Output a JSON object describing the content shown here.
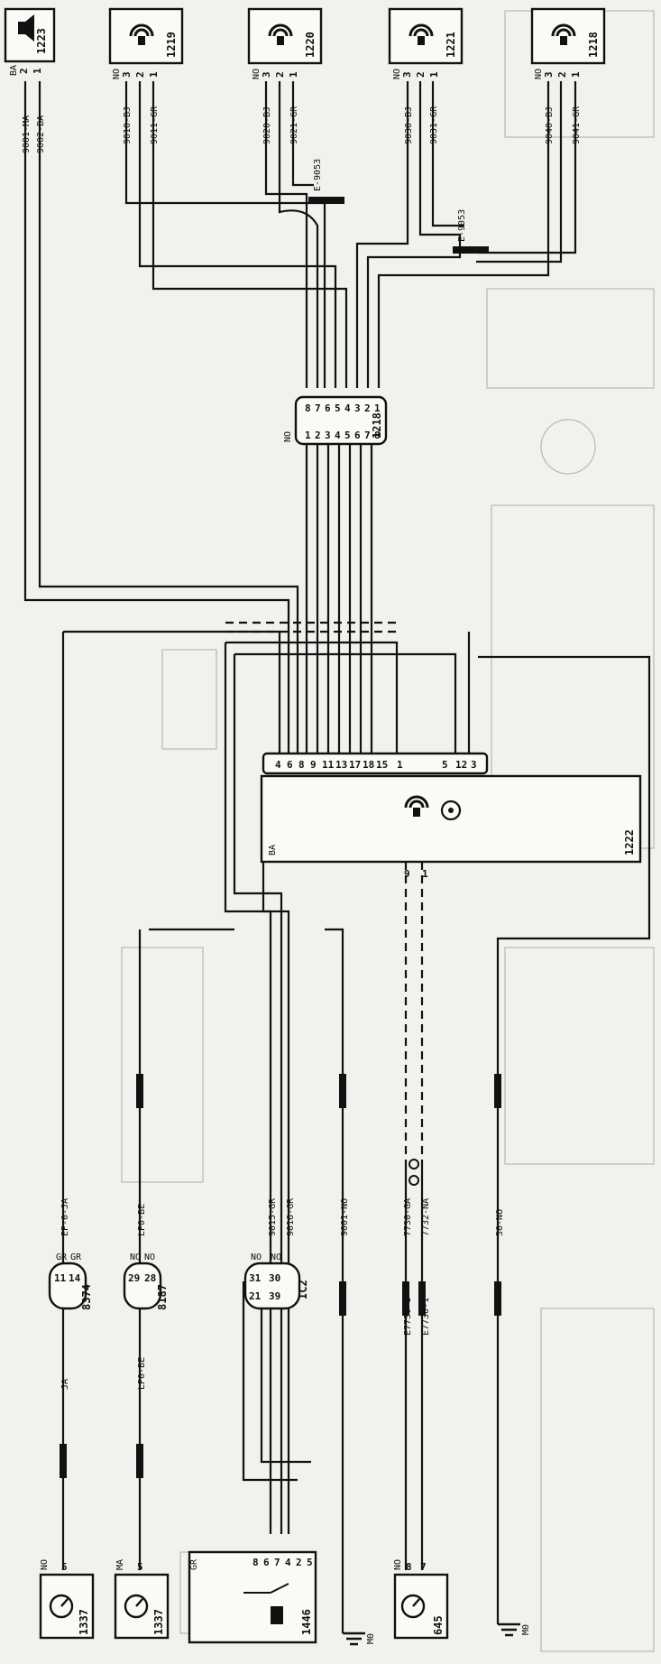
{
  "top_components": [
    {
      "id": "1223",
      "icon": "speaker-icon",
      "pins": [
        "2",
        "1"
      ]
    },
    {
      "id": "1219",
      "icon": "antenna-icon",
      "pins": [
        "3",
        "2",
        "1"
      ]
    },
    {
      "id": "1220",
      "icon": "antenna-icon",
      "pins": [
        "3",
        "2",
        "1"
      ]
    },
    {
      "id": "1221",
      "icon": "antenna-icon",
      "pins": [
        "3",
        "2",
        "1"
      ]
    },
    {
      "id": "1218",
      "icon": "antenna-icon",
      "pins": [
        "3",
        "2",
        "1"
      ]
    }
  ],
  "top_pin_labels": [
    "BA",
    "NO",
    "NO",
    "NO",
    "NO"
  ],
  "wire_codes_top": [
    "9001-MA",
    "9002-BA",
    "9010-BJ",
    "9011-GR",
    "9020-BJ",
    "9021-GR",
    "9030-BJ",
    "9031-GR",
    "9040-BJ",
    "9041-GR"
  ],
  "splice_labels": [
    "E-9053",
    "E-9053"
  ],
  "connector_1218": {
    "id": "1218",
    "label_left": "NO",
    "pins_top": [
      "8",
      "7",
      "6",
      "5",
      "4",
      "3",
      "2",
      "1"
    ],
    "pins_bottom": [
      "1",
      "2",
      "3",
      "4",
      "5",
      "6",
      "7",
      "8"
    ]
  },
  "module_1222": {
    "id": "1222",
    "pins_top": [
      "4",
      "6",
      "8",
      "9",
      "11",
      "13",
      "17",
      "18",
      "15",
      "1",
      "5",
      "12",
      "3"
    ],
    "pins_bottom": [
      "9",
      "1"
    ],
    "label_left": "BA"
  },
  "bottom_components": [
    {
      "id": "1337",
      "pin": "5",
      "color": "NO"
    },
    {
      "id": "1337",
      "pin": "5",
      "color": "MA"
    },
    {
      "id": "1446",
      "pins": [
        "8",
        "6",
        "7",
        "4",
        "2",
        "5"
      ],
      "color": "GR"
    },
    {
      "id": "645",
      "pins": [
        "8",
        "7"
      ],
      "color": "NO"
    }
  ],
  "connectors_mid": [
    {
      "id": "8374",
      "pins": [
        "11",
        "14"
      ],
      "colors": [
        "GR",
        "GR"
      ]
    },
    {
      "id": "8187",
      "pins": [
        "29",
        "28"
      ],
      "colors": [
        "NO",
        "NO"
      ]
    },
    {
      "id": "IC2",
      "pins": [
        "31",
        "30",
        "21",
        "39"
      ],
      "colors": [
        "NO",
        "NO"
      ]
    }
  ],
  "ground_labels": [
    "M0",
    "M0"
  ],
  "wire_labels_bottom": [
    "EP-0-JA",
    "LP0-BE",
    "9015-GR",
    "9016-GR",
    "9001-NO",
    "7730-GA",
    "7732-NA",
    "30-NO",
    "JA",
    "LP0-BE",
    "E7730-1",
    "E7730-1"
  ]
}
